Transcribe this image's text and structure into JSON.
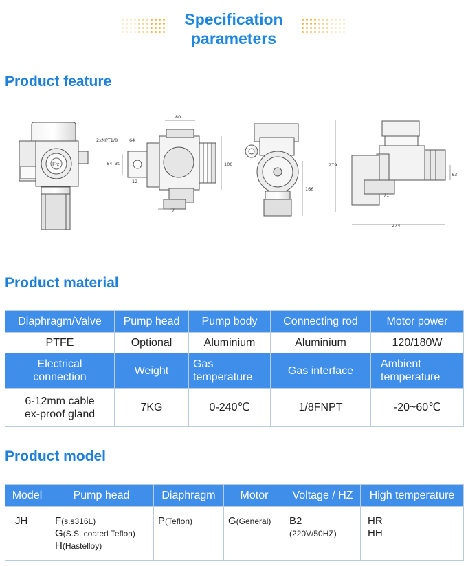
{
  "header": {
    "title_line1": "Specification",
    "title_line2": "parameters",
    "dot_colors": [
      "#fbe9c8",
      "#f8d392",
      "#f5b24a"
    ]
  },
  "sections": {
    "feature": "Product feature",
    "material": "Product material",
    "model": "Product model"
  },
  "drawing": {
    "dims": {
      "d80": "80",
      "npt": "2xNPT1/8",
      "d64a": "64",
      "d64b": "64",
      "d30": "30",
      "d12": "12",
      "d7": "7",
      "d100": "100",
      "d166": "166",
      "d279": "279",
      "d63": "63",
      "d71": "71",
      "d274": "274"
    },
    "ex_mark": "Ex"
  },
  "material_table": {
    "headers1": [
      "Diaphragm/Valve",
      "Pump head",
      "Pump body",
      "Connecting rod",
      "Motor power"
    ],
    "values1": [
      "PTFE",
      "Optional",
      "Aluminium",
      "Aluminium",
      "120/180W"
    ],
    "headers2": [
      {
        "l1": "Electrical",
        "l2": "connection"
      },
      {
        "l1": "Weight",
        "l2": ""
      },
      {
        "l1": "Gas",
        "l2": "temperature"
      },
      {
        "l1": "Gas interface",
        "l2": ""
      },
      {
        "l1": "Ambient",
        "l2": "temperature"
      }
    ],
    "values2": [
      {
        "l1": "6-12mm cable",
        "l2": "ex-proof gland"
      },
      {
        "l1": "7KG",
        "l2": ""
      },
      {
        "l1": "0-240℃",
        "l2": ""
      },
      {
        "l1": "1/8FNPT",
        "l2": ""
      },
      {
        "l1": "-20~60℃",
        "l2": ""
      }
    ]
  },
  "model_table": {
    "headers": [
      "Model",
      "Pump head",
      "Diaphragm",
      "Motor",
      "Voltage / HZ",
      "High temperature"
    ],
    "model": "JH",
    "pump_head": [
      {
        "code": "F",
        "desc": "(s.s316L)"
      },
      {
        "code": "G",
        "desc": "(S.S. coated Teflon)"
      },
      {
        "code": "H",
        "desc": "(Hastelloy)"
      }
    ],
    "diaphragm": {
      "code": "P",
      "desc": "(Teflon)"
    },
    "motor": {
      "code": "G",
      "desc": "(General)"
    },
    "voltage": {
      "code": "B2",
      "desc": "(220V/50HZ)"
    },
    "high_temp": [
      "HR",
      "HH"
    ]
  }
}
